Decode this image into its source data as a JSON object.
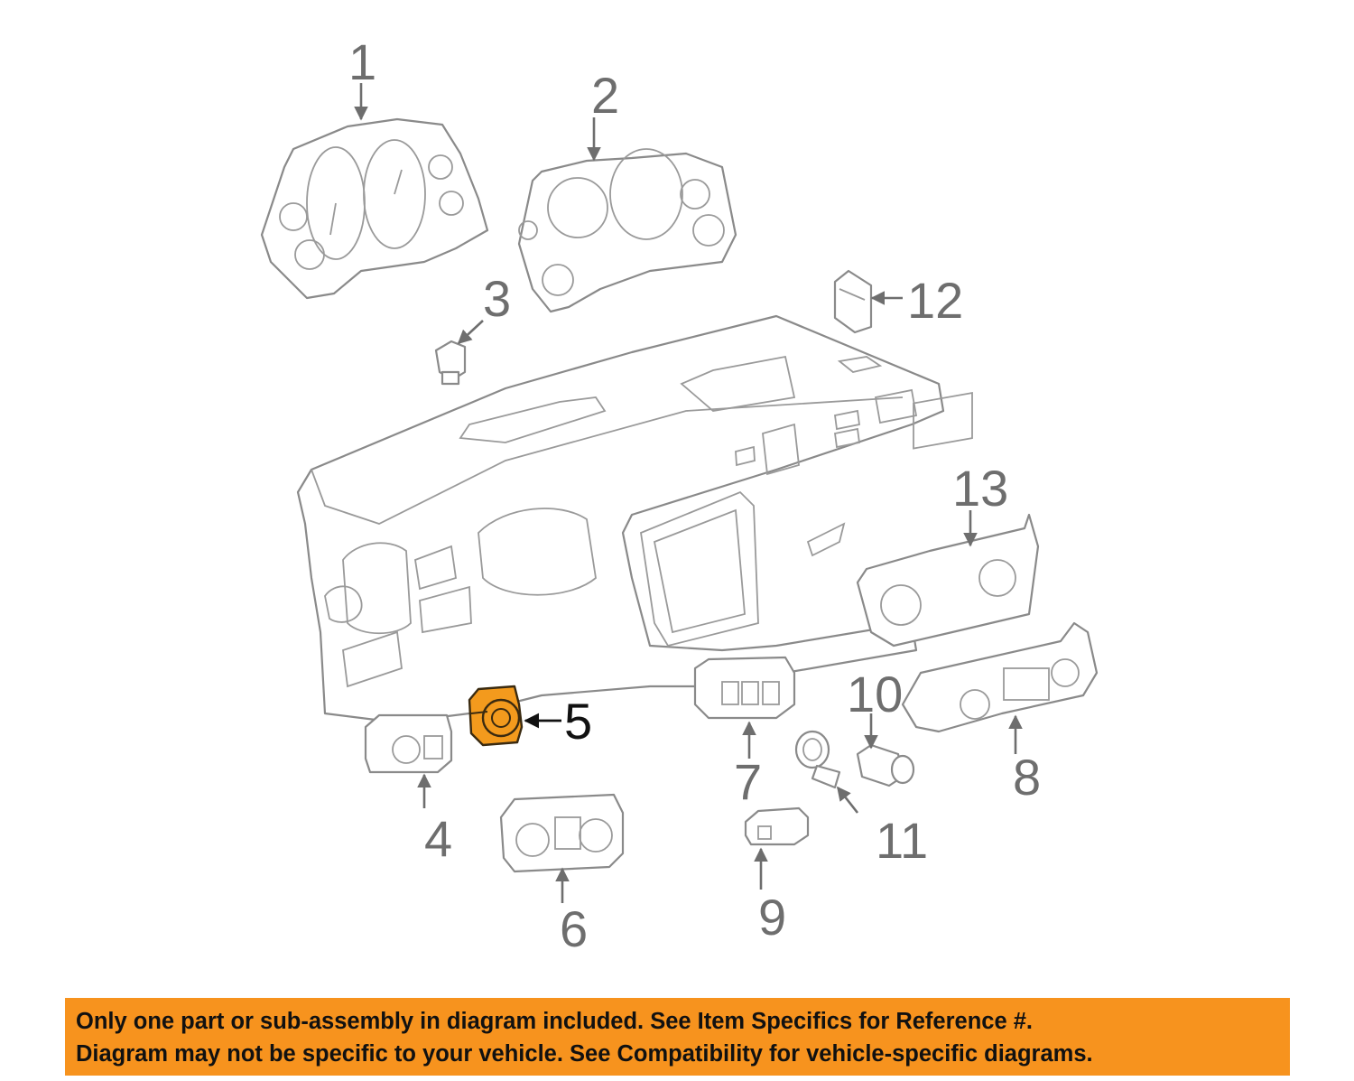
{
  "diagram": {
    "highlighted_part": "5",
    "highlight_color": "#f39a1d",
    "callouts": [
      "1",
      "2",
      "3",
      "4",
      "5",
      "6",
      "7",
      "8",
      "9",
      "10",
      "11",
      "12",
      "13"
    ]
  },
  "notice": {
    "background": "#f7931e",
    "line1": "Only one part or sub-assembly in diagram included. See Item Specifics for Reference #.",
    "line2": "Diagram may not be specific to your vehicle. See Compatibility for vehicle-specific diagrams."
  }
}
